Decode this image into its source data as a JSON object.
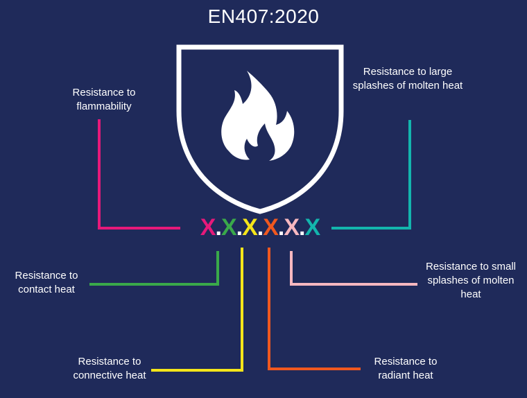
{
  "title": "EN407:2020",
  "code": {
    "letters": [
      "X",
      "X",
      "X",
      "X",
      "X",
      "X"
    ],
    "separator": "."
  },
  "colors": {
    "background": "#1f2a5a",
    "flammability": "#e6197a",
    "contact_heat": "#3aa94a",
    "connective_heat": "#f5e51a",
    "radiant_heat": "#f0581f",
    "small_splashes": "#f7b8c0",
    "large_splashes": "#13b5ad"
  },
  "labels": {
    "flammability": "Resistance to flammability",
    "large_splashes": "Resistance to large splashes of molten heat",
    "contact_heat": "Resistance to contact heat",
    "small_splashes": "Resistance to small splashes of molten heat",
    "connective_heat": "Resistance to connective heat",
    "radiant_heat": "Resistance to radiant heat"
  },
  "icons": {
    "shield": "shield-icon",
    "flame": "flame-icon"
  }
}
